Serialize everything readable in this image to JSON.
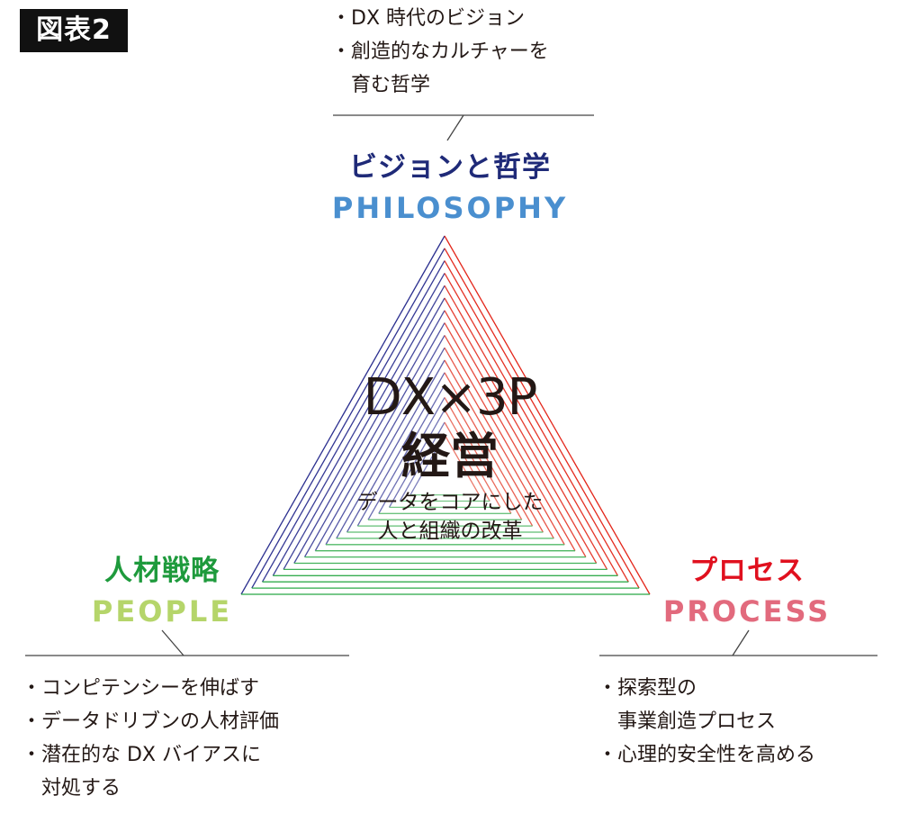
{
  "figure_label": "図表2",
  "top": {
    "bullets": [
      {
        "bullet": "・",
        "text": "DX 時代のビジョン"
      },
      {
        "bullet": "・",
        "text": "創造的なカルチャーを"
      },
      {
        "bullet": "",
        "text": "育む哲学"
      }
    ],
    "title_jp": "ビジョンと哲学",
    "title_en": "PHILOSOPHY"
  },
  "left": {
    "title_jp": "人材戦略",
    "title_en": "PEOPLE",
    "bullets": [
      {
        "bullet": "・",
        "text": "コンピテンシーを伸ばす"
      },
      {
        "bullet": "・",
        "text": "データドリブンの人材評価"
      },
      {
        "bullet": "・",
        "text": "潜在的な DX バイアスに"
      },
      {
        "bullet": "",
        "text": "対処する"
      }
    ]
  },
  "right": {
    "title_jp": "プロセス",
    "title_en": "PROCESS",
    "bullets": [
      {
        "bullet": "・",
        "text": "探索型の"
      },
      {
        "bullet": "",
        "text": "事業創造プロセス"
      },
      {
        "bullet": "・",
        "text": "心理的安全性を高める"
      }
    ]
  },
  "center": {
    "line1": "DX×3P",
    "line2": "経営",
    "sub1": "データをコアにした",
    "sub2": "人と組織の改革"
  },
  "colors": {
    "philosophy_jp": "#1f2a78",
    "philosophy_en": "#4a8fcf",
    "people_jp": "#1e9a3c",
    "people_en": "#b5d56a",
    "process_jp": "#e0101e",
    "process_en": "#e26a7d",
    "blue_side": "#2b2f8f",
    "red_side": "#e3261a",
    "green_base": "#27a844",
    "divider": "#444444"
  },
  "diagram": {
    "ring_count": 17
  }
}
